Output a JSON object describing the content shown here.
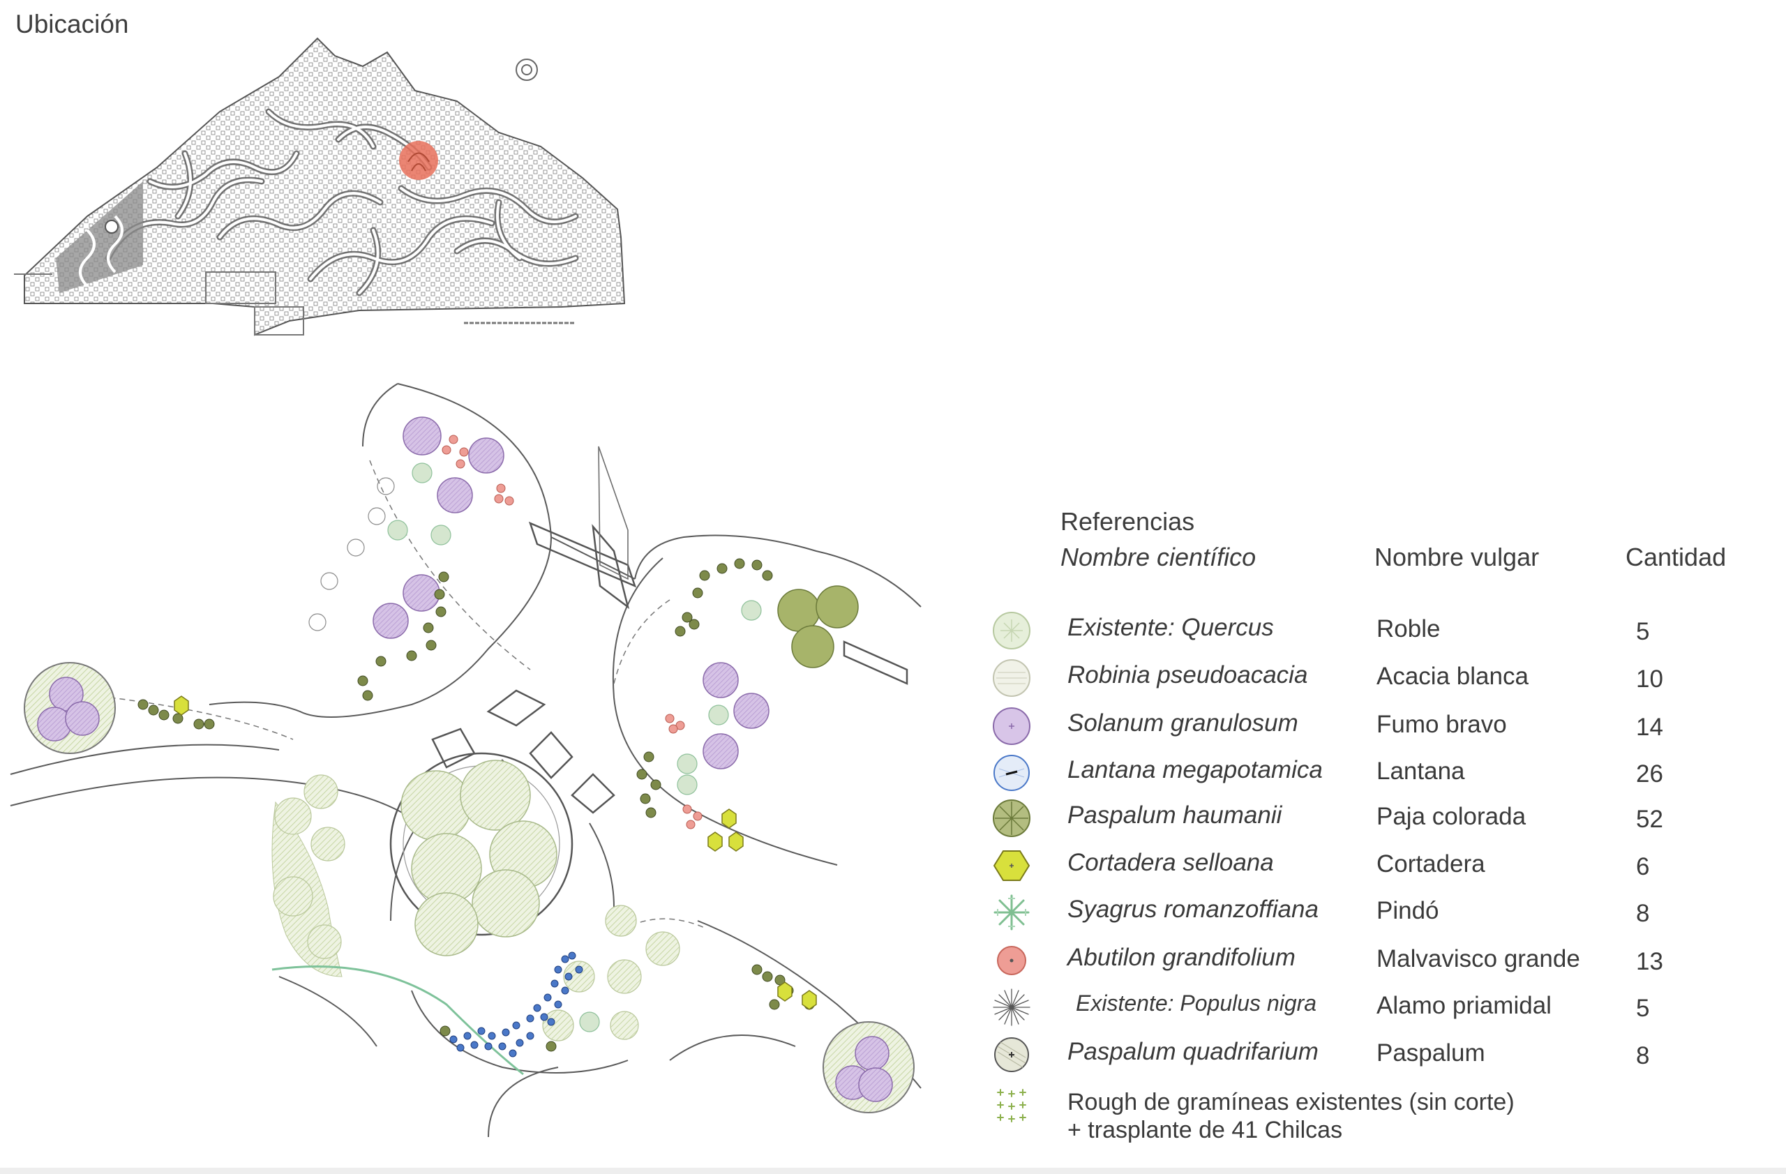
{
  "location": {
    "title": "Ubicación"
  },
  "legend": {
    "title": "Referencias",
    "headers": {
      "scientific": "Nombre científico",
      "common": "Nombre vulgar",
      "quantity": "Cantidad"
    },
    "items": [
      {
        "scientific": "Existente: Quercus",
        "common": "Roble",
        "quantity": "5",
        "icon": "quercus-canopy-icon",
        "color": "#cfe0bd"
      },
      {
        "scientific": "Robinia pseudoacacia",
        "common": "Acacia blanca",
        "quantity": "10",
        "icon": "robinia-canopy-icon",
        "color": "#e2e4d2"
      },
      {
        "scientific": "Solanum granulosum",
        "common": "Fumo bravo",
        "quantity": "14",
        "icon": "solanum-circle-icon",
        "color": "#c9b0dc"
      },
      {
        "scientific": "Lantana  megapotamica",
        "common": "Lantana",
        "quantity": "26",
        "icon": "lantana-circle-icon",
        "color": "#4a78c8"
      },
      {
        "scientific": "Paspalum haumanii",
        "common": "Paja colorada",
        "quantity": "52",
        "icon": "paspalum-haumanii-icon",
        "color": "#a7b46a"
      },
      {
        "scientific": "Cortadera selloana",
        "common": "Cortadera",
        "quantity": "6",
        "icon": "cortadera-hexagon-icon",
        "color": "#d8e03c"
      },
      {
        "scientific": "Syagrus romanzoffiana",
        "common": "Pindó",
        "quantity": "8",
        "icon": "palm-frond-icon",
        "color": "#7fbf91"
      },
      {
        "scientific": "Abutilon grandifolium",
        "common": "Malvavisco grande",
        "quantity": "13",
        "icon": "abutilon-circle-icon",
        "color": "#ee9d95"
      },
      {
        "scientific": "Existente: Populus nigra",
        "common": "Alamo priamidal",
        "quantity": "5",
        "icon": "populus-star-icon",
        "color": "#555555"
      },
      {
        "scientific": "Paspalum quadrifarium",
        "common": "Paspalum",
        "quantity": "8",
        "icon": "paspalum-quadrifarium-icon",
        "color": "#a6a88c"
      }
    ],
    "rough": {
      "line1": "Rough de gramíneas existentes (sin corte)",
      "line2": "+ trasplante de 41 Chilcas",
      "icon": "grass-cross-icon",
      "color": "#8cb04c"
    }
  }
}
